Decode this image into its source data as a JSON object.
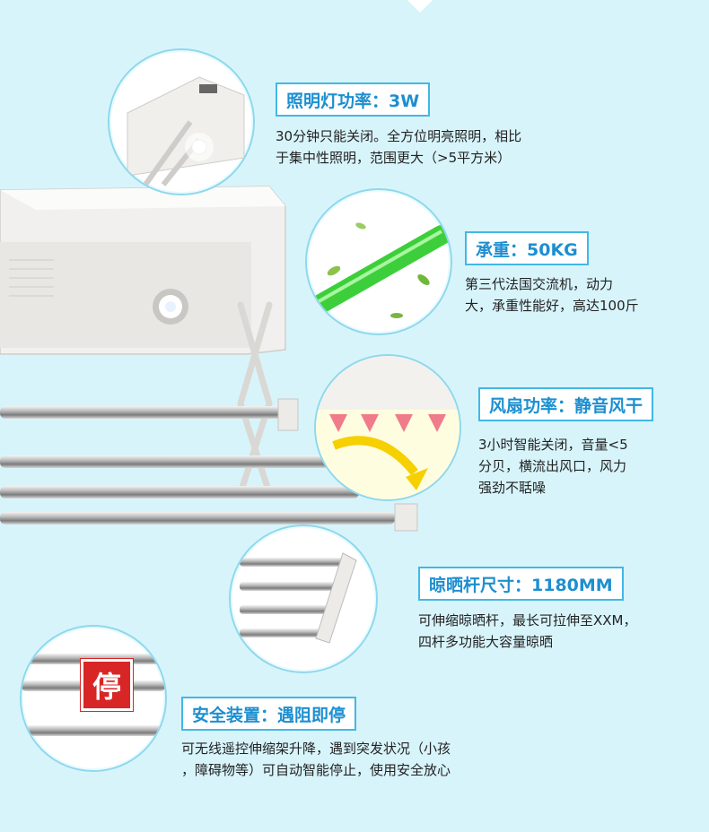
{
  "features": [
    {
      "title": "照明灯功率：3W",
      "desc": [
        "30分钟只能关闭。全方位明亮照明，相比",
        "于集中性照明，范围更大（>5平方米）"
      ],
      "icon": "lamp-icon"
    },
    {
      "title": "承重：50KG",
      "desc": [
        "第三代法国交流机，动力",
        "大，承重性能好，高达100斤"
      ],
      "icon": "green-rod-icon"
    },
    {
      "title": "风扇功率：静音风干",
      "desc": [
        "3小时智能关闭，音量<5",
        "分贝，横流出风口，风力",
        "强劲不聒噪"
      ],
      "icon": "fan-airflow-icon"
    },
    {
      "title": "晾晒杆尺寸：1180MM",
      "desc": [
        "可伸缩晾晒杆，最长可拉伸至XXM，",
        "四杆多功能大容量晾晒"
      ],
      "icon": "rods-icon"
    },
    {
      "title": "安全装置：遇阻即停",
      "desc": [
        "可无线遥控伸缩架升降，遇到突发状况（小孩",
        "，障碍物等）可自动智能停止，使用安全放心"
      ],
      "icon": "stop-icon",
      "badge": "停"
    }
  ],
  "colors": {
    "background": "#d8f4fb",
    "accent": "#1d8fd0",
    "border": "#41b8e6",
    "green_rod": "#3dcf3b",
    "stop_red": "#d82626"
  }
}
